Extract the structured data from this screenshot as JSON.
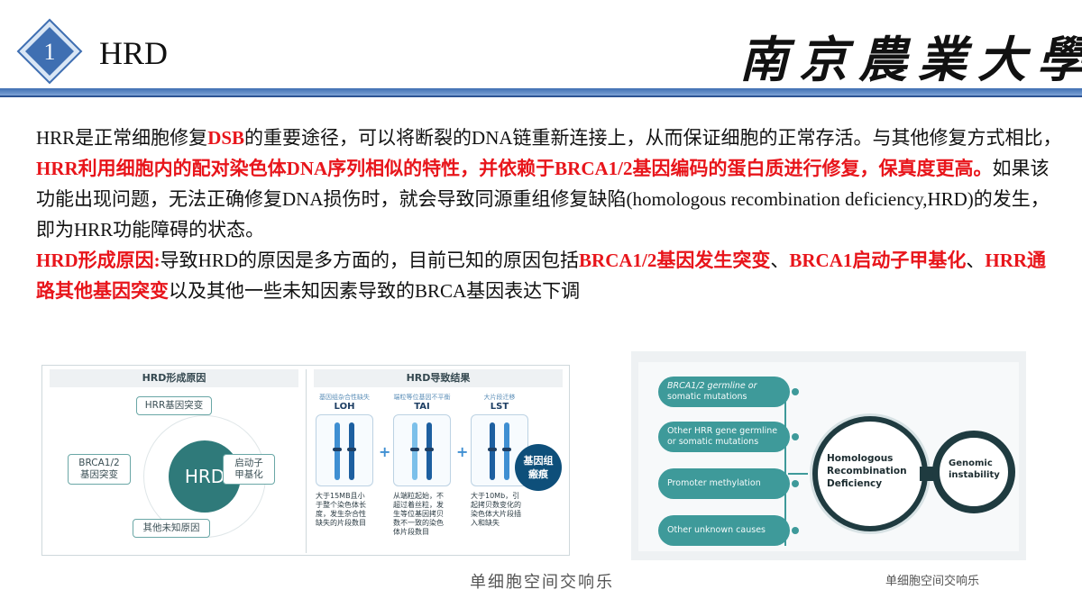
{
  "header": {
    "section_number": "1",
    "title": "HRD",
    "logo_text": "南京農業大學"
  },
  "body": {
    "p1_a": "HRR是正常细胞修复",
    "p1_b": "DSB",
    "p1_c": "的重要途径，可以将断裂的DNA链重新连接上，从而保证细胞的正常存活。与其他修复方式相比，",
    "p1_d": "HRR利用细胞内的配对染色体DNA序列相似的特性，并依赖于BRCA1/2基因编码的蛋白质进行修复，保真度更高。",
    "p1_e": "如果该功能出现问题，无法正确修复DNA损伤时，就会导致同源重组修复缺陷(homologous recombination deficiency,HRD)的发生，即为HRR功能障碍的状态。",
    "p2_a": "HRD形成原因:",
    "p2_b": "导致HRD的原因是多方面的，目前已知的原因包括",
    "p2_c": "BRCA1/2基因发生突变",
    "p2_d": "、",
    "p2_e": "BRCA1启动子甲基化",
    "p2_f": "、",
    "p2_g": "HRR通路其他基因突变",
    "p2_h": "以及其他一些未知因素导致的BRCA基因表达下调"
  },
  "figure_left": {
    "causes_header": "HRD形成原因",
    "results_header": "HRD导致结果",
    "center": "HRD",
    "cause_top": "HRR基因突变",
    "cause_left_1": "BRCA1/2",
    "cause_left_2": "基因突变",
    "cause_right_1": "启动子",
    "cause_right_2": "甲基化",
    "cause_bottom": "其他未知原因",
    "loh_sub": "基因组杂合性缺失",
    "loh_name": "LOH",
    "loh_note": "大于15MB且小于整个染色体长度，发生杂合性缺失的片段数目",
    "tai_sub": "端粒等位基因不平衡",
    "tai_name": "TAI",
    "tai_note": "从端粒起始，不超过着丝粒，发生等位基因拷贝数不一致的染色体片段数目",
    "lst_sub": "大片段迁移",
    "lst_name": "LST",
    "lst_note": "大于10Mb，引起拷贝数变化的染色体大片段插入和缺失",
    "plus": "+",
    "equals": "=",
    "result_1": "基因组",
    "result_2": "瘢痕",
    "caption": "单细胞空间交响乐"
  },
  "figure_right": {
    "cause_1a": "BRCA1/2 germline or",
    "cause_1b": "somatic mutations",
    "cause_2a": "Other HRR gene germline",
    "cause_2b": "or somatic mutations",
    "cause_3": "Promoter methylation",
    "cause_4": "Other unknown causes",
    "hrd_1": "Homologous",
    "hrd_2": "Recombination",
    "hrd_3": "Deficiency",
    "gen_1": "Genomic",
    "gen_2": "instability",
    "caption": "单细胞空间交响乐"
  },
  "colors": {
    "accent_blue": "#3f6fb2",
    "highlight_red": "#e8151b",
    "teal": "#3e9a9a"
  }
}
